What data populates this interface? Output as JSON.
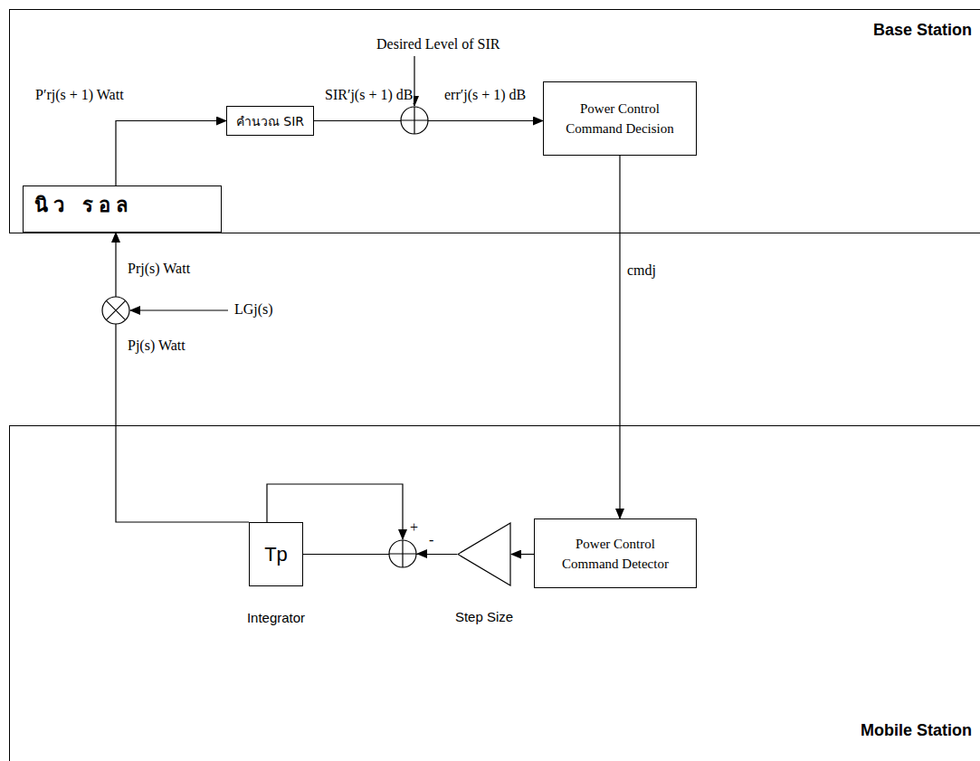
{
  "diagram": {
    "nodes": [
      {
        "text": [
          "Base Station"
        ]
      },
      {
        "text": [
          "นิว รอล"
        ],
        "in": 0
      },
      {
        "text": [
          "คำนวณ SIR"
        ],
        "in": 0
      },
      {
        "text": [
          "Power Control Command Decision"
        ],
        "in": 0
      },
      {
        "text": [
          "Mobile Station"
        ]
      },
      {
        "text": [
          "Tp",
          "Integrator"
        ],
        "in": 4
      },
      {
        "text": [
          "Step Size"
        ],
        "in": 4
      },
      {
        "text": [
          "Power Control Command Detector"
        ],
        "in": 4
      }
    ],
    "edges": [
      {
        "from": 1,
        "to": 2,
        "arrow": "to",
        "label": "P′rj(s + 1) Watt"
      },
      {
        "from": 2,
        "to": 3,
        "arrow": "to"
      },
      {
        "from": 3,
        "to": 7,
        "arrow": "to",
        "label": "cmdj"
      },
      {
        "from": 7,
        "to": 6,
        "arrow": "to"
      },
      {
        "from": 6,
        "to": 5,
        "arrow": "none"
      },
      {
        "from": 5,
        "to": 1,
        "arrow": "to"
      }
    ],
    "labels": [
      "Desired Level of SIR",
      "SIR′j(s + 1) dB",
      "err′j(s + 1) dB",
      "Prj(s) Watt",
      "LGj(s)",
      "Pj(s) Watt",
      "+",
      "-"
    ]
  }
}
